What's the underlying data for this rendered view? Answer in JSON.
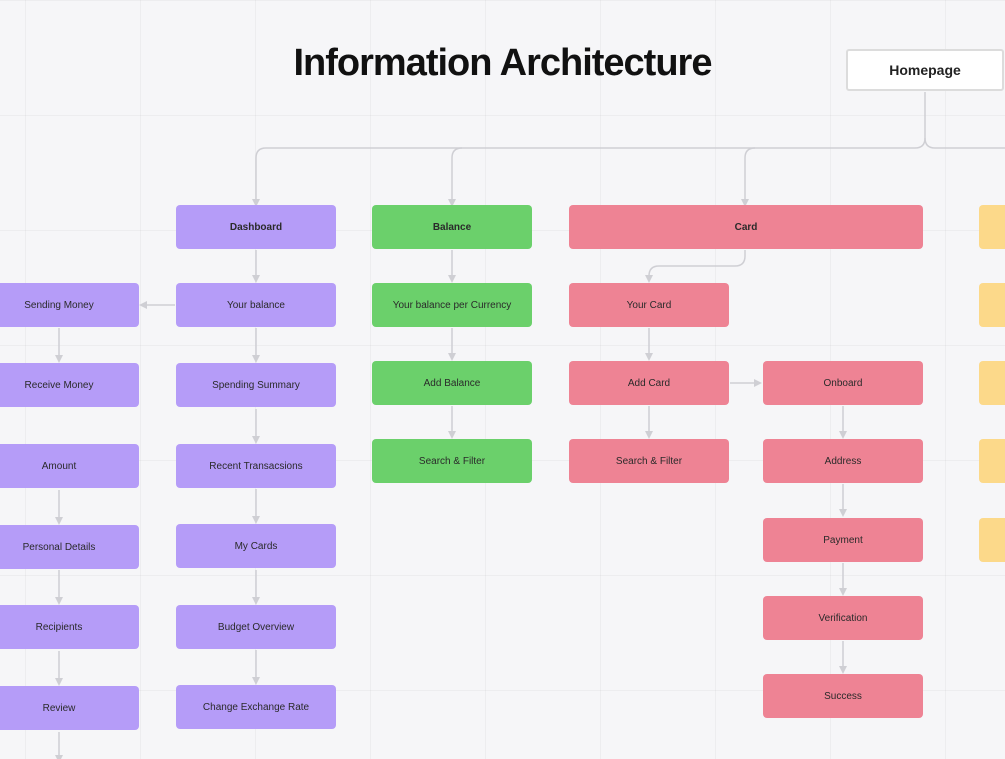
{
  "title": "Information Architecture",
  "homepage": "Homepage",
  "colors": {
    "purple": "#b59cf8",
    "green": "#6bd06b",
    "pink": "#ee8394",
    "yellow": "#fcd98a",
    "connector": "#cfcfd4"
  },
  "sections": {
    "dashboard": {
      "label": "Dashboard",
      "items": [
        "Your balance",
        "Spending Summary",
        "Recent Transacsions",
        "My Cards",
        "Budget Overview",
        "Change Exchange Rate"
      ]
    },
    "sending": {
      "items": [
        "Sending Money",
        "Receive Money",
        "Amount",
        "Personal Details",
        "Recipients",
        "Review"
      ]
    },
    "balance": {
      "label": "Balance",
      "items": [
        "Your balance per Currency",
        "Add Balance",
        "Search & Filter"
      ]
    },
    "card": {
      "label": "Card",
      "items": [
        "Your Card",
        "Add Card",
        "Search & Filter"
      ],
      "onboard": [
        "Onboard",
        "Address",
        "Payment",
        "Verification",
        "Success"
      ]
    }
  }
}
